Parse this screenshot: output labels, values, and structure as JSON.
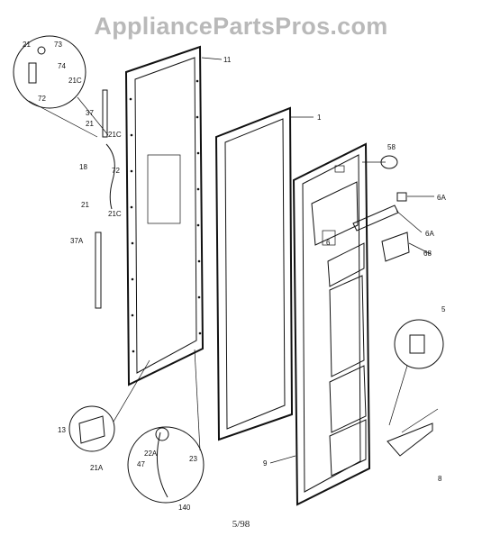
{
  "watermark": "AppliancePartsPros.com",
  "footer": "5/98",
  "callouts": {
    "c1": "1",
    "c5": "5",
    "c6a_top": "6A",
    "c6a_mid": "6A",
    "c6": "6",
    "c8": "8",
    "c9": "9",
    "c11": "11",
    "c13": "13",
    "c18": "18",
    "c21_a": "21",
    "c21_b": "21",
    "c21_c": "21",
    "c21a": "21A",
    "c21c_a": "21C",
    "c21c_b": "21C",
    "c21c_c": "21C",
    "c22a": "22A",
    "c23": "23",
    "c37": "37",
    "c37a": "37A",
    "c47": "47",
    "c58": "58",
    "c68": "68",
    "c72_a": "72",
    "c72_b": "72",
    "c73": "73",
    "c74": "74",
    "c140": "140"
  }
}
